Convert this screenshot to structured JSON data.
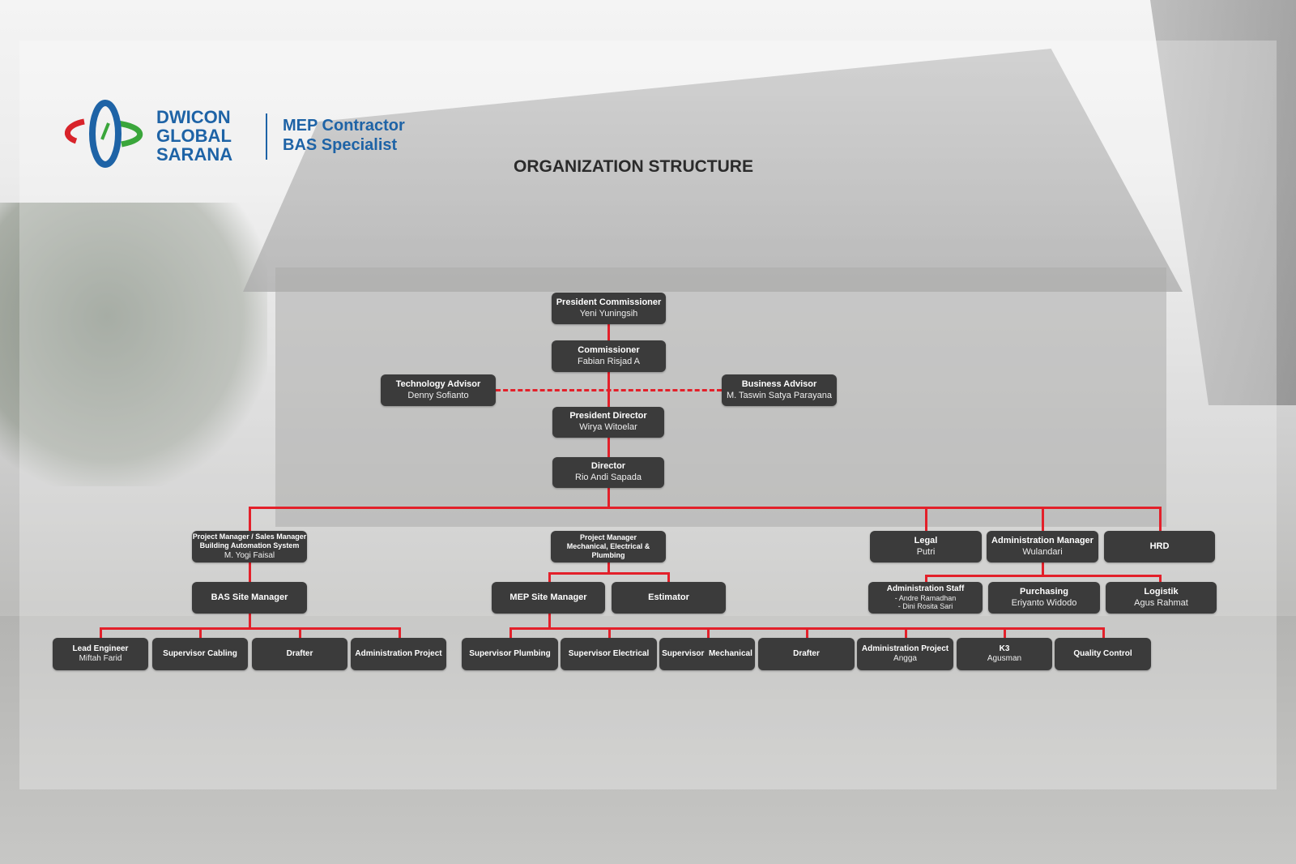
{
  "logo": {
    "line1": "DWICON",
    "line2": "GLOBAL",
    "line3": "SARANA",
    "tagline1": "MEP Contractor",
    "tagline2": "BAS Specialist"
  },
  "title": "ORGANIZATION STRUCTURE",
  "colors": {
    "box": "#3b3b3b",
    "line": "#e3202a",
    "brand": "#1e63a6"
  },
  "nodes": {
    "pres_comm": {
      "title": "President Commissioner",
      "name": "Yeni Yuningsih"
    },
    "comm": {
      "title": "Commissioner",
      "name": "Fabian Risjad A"
    },
    "tech": {
      "title": "Technology Advisor",
      "name": "Denny Sofianto"
    },
    "biz": {
      "title": "Business Advisor",
      "name": "M. Taswin Satya Parayana"
    },
    "pres_dir": {
      "title": "President Director",
      "name": "Wirya Witoelar"
    },
    "dir": {
      "title": "Director",
      "name": "Rio Andi Sapada"
    },
    "pm_bas": {
      "title1": "Project Manager / Sales Manager",
      "title2": "Building Automation System",
      "name": "M. Yogi Faisal"
    },
    "pm_mep": {
      "title1": "Project Manager",
      "title2": "Mechanical, Electrical & Plumbing"
    },
    "legal": {
      "title": "Legal",
      "name": "Putri"
    },
    "admin_mgr": {
      "title": "Administration Manager",
      "name": "Wulandari"
    },
    "hrd": {
      "title": "HRD"
    },
    "bas_site": {
      "title": "BAS Site Manager"
    },
    "mep_site": {
      "title": "MEP Site Manager"
    },
    "estimator": {
      "title": "Estimator"
    },
    "admin_staff": {
      "title": "Administration Staff",
      "name1": "- Andre Ramadhan",
      "name2": "- Dini Rosita Sari"
    },
    "purchasing": {
      "title": "Purchasing",
      "name": "Eriyanto Widodo"
    },
    "logistik": {
      "title": "Logistik",
      "name": "Agus Rahmat"
    },
    "lead_eng": {
      "title": "Lead Engineer",
      "name": "Miftah Farid"
    },
    "sup_cabling": {
      "title": "Supervisor Cabling"
    },
    "drafter1": {
      "title": "Drafter"
    },
    "admin_proj1": {
      "title": "Administration Project"
    },
    "sup_plumbing": {
      "title": "Supervisor Plumbing"
    },
    "sup_electrical": {
      "title": "Supervisor Electrical"
    },
    "sup_mech": {
      "title": "Supervisor  Mechanical"
    },
    "drafter2": {
      "title": "Drafter"
    },
    "admin_proj2": {
      "title": "Administration Project",
      "name": "Angga"
    },
    "k3": {
      "title": "K3",
      "name": "Agusman"
    },
    "qc": {
      "title": "Quality Control"
    }
  }
}
